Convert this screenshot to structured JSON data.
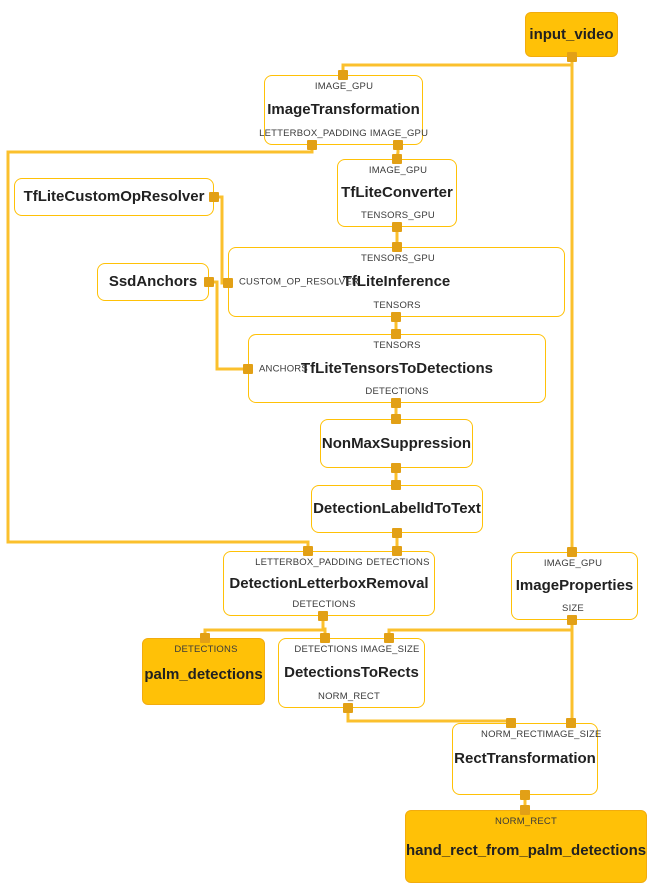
{
  "colors": {
    "background": "#FFFFFF",
    "node_fill": "#FFFFFF",
    "node_border": "#FFC107",
    "stream_fill": "#FFC107",
    "stream_border": "#F2AC0E",
    "edge": "#FBC02D",
    "port": "#E2A016",
    "title_text": "#212121",
    "port_label_text": "#3A3A3A"
  },
  "nodes": [
    {
      "id": "input_video",
      "kind": "stream",
      "label": "input_video",
      "top_ports": [],
      "left_port": "",
      "bottom_ports": []
    },
    {
      "id": "ImageTransformation",
      "kind": "calculator",
      "label": "ImageTransformation",
      "top_ports": [
        "IMAGE_GPU"
      ],
      "left_port": "",
      "bottom_ports": [
        "LETTERBOX_PADDING",
        "IMAGE_GPU"
      ]
    },
    {
      "id": "TfLiteConverter",
      "kind": "calculator",
      "label": "TfLiteConverter",
      "top_ports": [
        "IMAGE_GPU"
      ],
      "left_port": "",
      "bottom_ports": [
        "TENSORS_GPU"
      ]
    },
    {
      "id": "TfLiteCustomOpResolver",
      "kind": "calculator",
      "label": "TfLiteCustomOpResolver",
      "top_ports": [],
      "left_port": "",
      "bottom_ports": []
    },
    {
      "id": "SsdAnchors",
      "kind": "calculator",
      "label": "SsdAnchors",
      "top_ports": [],
      "left_port": "",
      "bottom_ports": []
    },
    {
      "id": "TfLiteInference",
      "kind": "calculator",
      "label": "TfLiteInference",
      "top_ports": [
        "TENSORS_GPU"
      ],
      "left_port": "CUSTOM_OP_RESOLVER",
      "bottom_ports": [
        "TENSORS"
      ]
    },
    {
      "id": "TfLiteTensorsToDetections",
      "kind": "calculator",
      "label": "TfLiteTensorsToDetections",
      "top_ports": [
        "TENSORS"
      ],
      "left_port": "ANCHORS",
      "bottom_ports": [
        "DETECTIONS"
      ]
    },
    {
      "id": "NonMaxSuppression",
      "kind": "calculator",
      "label": "NonMaxSuppression",
      "top_ports": [],
      "left_port": "",
      "bottom_ports": []
    },
    {
      "id": "DetectionLabelIdToText",
      "kind": "calculator",
      "label": "DetectionLabelIdToText",
      "top_ports": [],
      "left_port": "",
      "bottom_ports": []
    },
    {
      "id": "DetectionLetterboxRemoval",
      "kind": "calculator",
      "label": "DetectionLetterboxRemoval",
      "top_ports": [
        "LETTERBOX_PADDING",
        "DETECTIONS"
      ],
      "left_port": "",
      "bottom_ports": [
        "DETECTIONS"
      ]
    },
    {
      "id": "ImageProperties",
      "kind": "calculator",
      "label": "ImageProperties",
      "top_ports": [
        "IMAGE_GPU"
      ],
      "left_port": "",
      "bottom_ports": [
        "SIZE"
      ]
    },
    {
      "id": "palm_detections",
      "kind": "stream",
      "label": "palm_detections",
      "top_ports": [
        "DETECTIONS"
      ],
      "left_port": "",
      "bottom_ports": []
    },
    {
      "id": "DetectionsToRects",
      "kind": "calculator",
      "label": "DetectionsToRects",
      "top_ports": [
        "DETECTIONS",
        "IMAGE_SIZE"
      ],
      "left_port": "",
      "bottom_ports": [
        "NORM_RECT"
      ]
    },
    {
      "id": "RectTransformation",
      "kind": "calculator",
      "label": "RectTransformation",
      "top_ports": [
        "NORM_RECT",
        "IMAGE_SIZE"
      ],
      "left_port": "",
      "bottom_ports": []
    },
    {
      "id": "hand_rect_from_palm_detections",
      "kind": "stream",
      "label": "hand_rect_from_palm_detections",
      "top_ports": [
        "NORM_RECT"
      ],
      "left_port": "",
      "bottom_ports": []
    }
  ],
  "edges": [
    {
      "from": "input_video",
      "to": "ImageTransformation:IMAGE_GPU"
    },
    {
      "from": "input_video",
      "to": "ImageProperties:IMAGE_GPU"
    },
    {
      "from": "ImageTransformation:IMAGE_GPU",
      "to": "TfLiteConverter:IMAGE_GPU"
    },
    {
      "from": "ImageTransformation:LETTERBOX_PADDING",
      "to": "DetectionLetterboxRemoval:LETTERBOX_PADDING"
    },
    {
      "from": "TfLiteConverter:TENSORS_GPU",
      "to": "TfLiteInference:TENSORS_GPU"
    },
    {
      "from": "TfLiteCustomOpResolver",
      "to": "TfLiteInference:CUSTOM_OP_RESOLVER"
    },
    {
      "from": "SsdAnchors",
      "to": "TfLiteTensorsToDetections:ANCHORS"
    },
    {
      "from": "TfLiteInference:TENSORS",
      "to": "TfLiteTensorsToDetections:TENSORS"
    },
    {
      "from": "TfLiteTensorsToDetections:DETECTIONS",
      "to": "NonMaxSuppression"
    },
    {
      "from": "NonMaxSuppression",
      "to": "DetectionLabelIdToText"
    },
    {
      "from": "DetectionLabelIdToText",
      "to": "DetectionLetterboxRemoval:DETECTIONS"
    },
    {
      "from": "DetectionLetterboxRemoval:DETECTIONS",
      "to": "palm_detections"
    },
    {
      "from": "DetectionLetterboxRemoval:DETECTIONS",
      "to": "DetectionsToRects:DETECTIONS"
    },
    {
      "from": "ImageProperties:SIZE",
      "to": "DetectionsToRects:IMAGE_SIZE"
    },
    {
      "from": "ImageProperties:SIZE",
      "to": "RectTransformation:IMAGE_SIZE"
    },
    {
      "from": "DetectionsToRects:NORM_RECT",
      "to": "RectTransformation:NORM_RECT"
    },
    {
      "from": "RectTransformation:NORM_RECT",
      "to": "hand_rect_from_palm_detections"
    }
  ]
}
